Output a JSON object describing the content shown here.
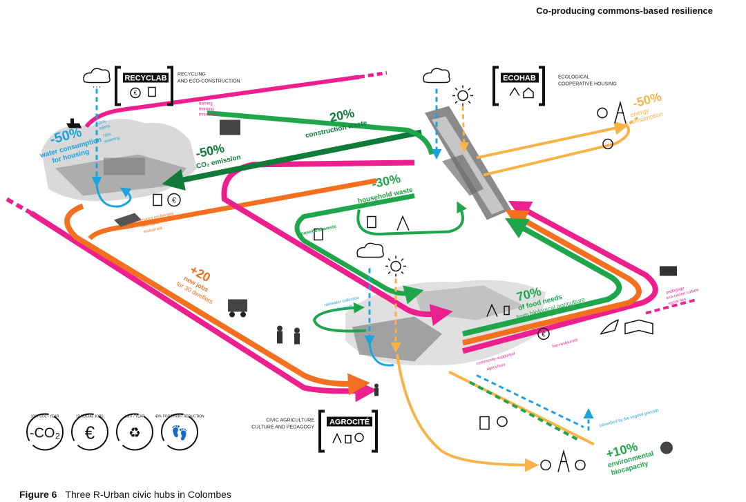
{
  "header": {
    "title": "Co-producing commons-based resilience"
  },
  "caption": {
    "label": "Figure 6",
    "text": "Three R-Urban civic hubs in Colombes"
  },
  "colors": {
    "pink": "#ec1f8e",
    "orange": "#f37021",
    "green": "#1fa64a",
    "dark_green": "#0f7a3a",
    "light_orange": "#f7b347",
    "blue": "#1aa3dc",
    "black": "#111111"
  },
  "hubs": {
    "recyclab": {
      "name": "RECYCLAB",
      "desc1": "RECYCLING",
      "desc2": "AND ECO-CONSTRUCTION"
    },
    "ecohab": {
      "name": "ECOHAB",
      "desc1": "ECOLOGICAL",
      "desc2": "COOPERATIVE HOUSING"
    },
    "agrocite": {
      "name": "AGROCITÉ",
      "desc1": "CIVIC AGRICULTURE",
      "desc2": "CULTURE AND PEDAGOGY"
    }
  },
  "labels": {
    "water_pct": "-50%",
    "water_l1": "water consumption",
    "water_l2": "for housing",
    "water_small1": "20%",
    "water_small2": "toilets",
    "water_small3": "70%",
    "water_small4": "watering",
    "co2_pct": "-50%",
    "co2_text": "CO₂ emission",
    "cw_pct": "20%",
    "cw_text": "construction waste",
    "hw_pct": "-30%",
    "hw_text": "household waste",
    "hw_small": "household waste",
    "energy_pct": "-50%",
    "energy_l1": "energy",
    "energy_l2": "consumption",
    "jobs_pct": "+20",
    "jobs_l1": "new jobs",
    "jobs_l2": "for 30 dwellers",
    "food_pct": "70%",
    "food_l1": "of food needs",
    "food_l2": "from biological agriculture",
    "env_pct": "+10%",
    "env_l1": "environmental",
    "env_l2": "biocapacity",
    "training": "training",
    "learning": "learning",
    "innovation": "innovation",
    "services": "services exchanges",
    "timebank": "time-bank",
    "mutual": "mutual aid",
    "rain1": "rainwater collection",
    "rain2": "on the roofs",
    "csa1": "community-supported",
    "csa2": "agriculture",
    "bar": "bar-restaurant",
    "pedagogy1": "pedagogy",
    "pedagogy2": "eco-citizen culture",
    "pedagogy3": "social ties",
    "absorbed": "(absorbed by the vegetal ground)"
  },
  "badges": [
    {
      "value": "-CO₂",
      "ring": "100T CO2 / YEAR"
    },
    {
      "value": "€",
      "ring": "10 SOCIAL JOBS"
    },
    {
      "value": "♻",
      "ring": "150T / YEAR"
    },
    {
      "value": "👣",
      "ring": "40% FOOTPRINT REDUCTION"
    }
  ],
  "icons": {
    "cloud": "cloud-rain-icon",
    "sun": "sun-icon",
    "recycle_bin": "recycle-bin-icon",
    "euro": "euro-icon",
    "bulb": "bulb-icon",
    "pylon": "pylon-icon",
    "house": "house-icon",
    "guitar": "guitar-icon",
    "book": "book-icon",
    "tap": "tap-icon"
  }
}
